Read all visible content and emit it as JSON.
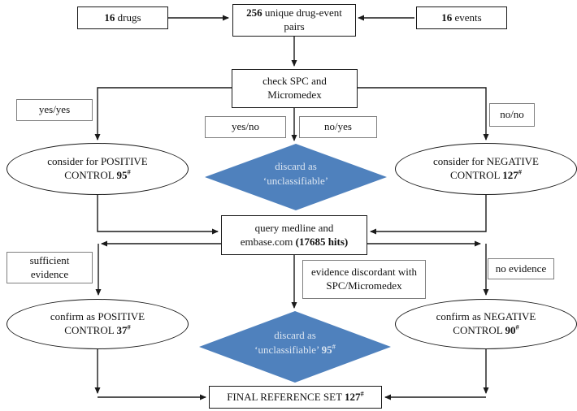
{
  "colors": {
    "diamond_fill": "#4f81bd",
    "diamond_text": "#dbe5f1",
    "line": "#1a1a1a",
    "label_border": "#7f7f7f"
  },
  "nodes": {
    "drugs": {
      "bold": "16",
      "text": " drugs"
    },
    "pairs": {
      "bold": "256",
      "text": " unique drug-event",
      "line2": "pairs"
    },
    "events": {
      "bold": "16",
      "text": " events"
    },
    "check": {
      "line1": "check SPC and",
      "line2": "Micromedex"
    },
    "query": {
      "line1": "query medline and",
      "line2": "embase.com",
      "bold": "(17685 hits)"
    },
    "final": {
      "text": "FINAL REFERENCE SET",
      "num": "127",
      "sup": "#"
    }
  },
  "branch_labels": {
    "yes_yes": "yes/yes",
    "yes_no": "yes/no",
    "no_yes": "no/yes",
    "no_no": "no/no",
    "sufficient": {
      "line1": "sufficient",
      "line2": "evidence"
    },
    "discordant": {
      "line1": "evidence discordant with",
      "line2": "SPC/Micromedex"
    },
    "no_evidence": "no evidence"
  },
  "ellipses": {
    "consider_positive": {
      "line1": "consider for POSITIVE",
      "line2": "CONTROL",
      "num": "95",
      "sup": "#"
    },
    "consider_negative": {
      "line1": "consider for NEGATIVE",
      "line2": "CONTROL",
      "num": "127",
      "sup": "#"
    },
    "confirm_positive": {
      "line1": "confirm as POSITIVE",
      "line2": "CONTROL",
      "num": "37",
      "sup": "#"
    },
    "confirm_negative": {
      "line1": "confirm as NEGATIVE",
      "line2": "CONTROL",
      "num": "90",
      "sup": "#"
    }
  },
  "diamonds": {
    "discard_unclassifiable": {
      "line1": "discard as",
      "line2": "‘unclassifiable’"
    },
    "discard_unclassifiable_2": {
      "line1": "discard as",
      "line2": "‘unclassifiable’",
      "num": "95",
      "sup": "#"
    }
  }
}
